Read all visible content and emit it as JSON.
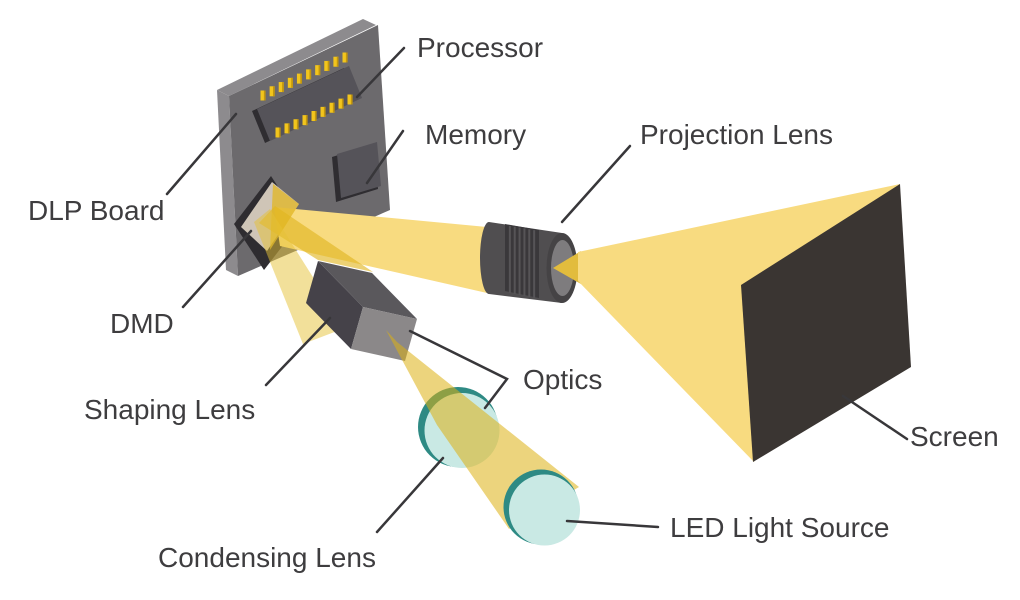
{
  "diagram_subject": "DLP projector light path",
  "labels": {
    "processor": "Processor",
    "memory": "Memory",
    "projection_lens": "Projection Lens",
    "dlp_board": "DLP Board",
    "dmd": "DMD",
    "shaping_lens": "Shaping Lens",
    "optics": "Optics",
    "condensing_lens": "Condensing Lens",
    "led_light_source": "LED Light Source",
    "screen": "Screen"
  },
  "pins": {
    "top_row": 10,
    "bottom_row": 9
  },
  "knurl_stripes": 6,
  "colors": {
    "beam_pale": "#f8db80",
    "beam_gold": "#e0b51f",
    "beam_gold2": "#e6c235",
    "beam_cone": "#ddb013",
    "beam_tip_gold": "#e2bc3d",
    "chip_gold_wash": "#e2b623",
    "board_face": "#6c6a6d",
    "board_edge": "#8d8b8e",
    "ic_face": "#555359",
    "ic_shadow": "#2f2d31",
    "socket": "#2e2c30",
    "dmd_chip": "#cfc5b7",
    "pin_gold": "#f2c51d",
    "pin_side": "#c3970e",
    "box_left": "#454249",
    "box_top": "#5a585c",
    "box_right": "#8b8889",
    "lens_rim": "#2e8a84",
    "lens_glass": "#c9e9e4",
    "barrel": "#504e50",
    "barrel_knurl": "#3a383b",
    "barrel_stripe": "#565457",
    "lens_ring": "#454345",
    "lens_inner": "#7e7c7e",
    "screen": "#3a3532",
    "label_text": "#3e3d3f",
    "leader": "#38373a"
  }
}
